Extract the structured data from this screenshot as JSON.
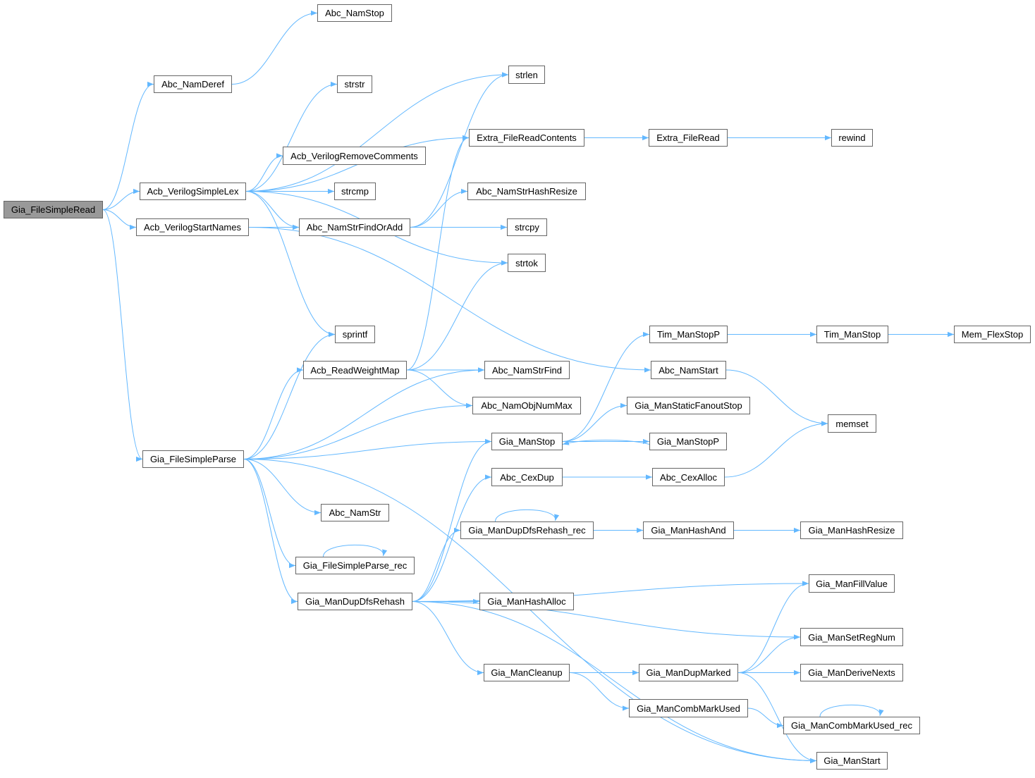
{
  "graph": {
    "type": "call-graph",
    "edge_color": "#63b8ff",
    "root": "Gia_FileSimpleRead",
    "nodes": [
      {
        "id": "Gia_FileSimpleRead",
        "label": "Gia_FileSimpleRead"
      },
      {
        "id": "Abc_NamStop",
        "label": "Abc_NamStop"
      },
      {
        "id": "Abc_NamDeref",
        "label": "Abc_NamDeref"
      },
      {
        "id": "strlen",
        "label": "strlen"
      },
      {
        "id": "strstr",
        "label": "strstr"
      },
      {
        "id": "Extra_FileReadContents",
        "label": "Extra_FileReadContents"
      },
      {
        "id": "Extra_FileRead",
        "label": "Extra_FileRead"
      },
      {
        "id": "rewind",
        "label": "rewind"
      },
      {
        "id": "Acb_VerilogRemoveComments",
        "label": "Acb_VerilogRemoveComments"
      },
      {
        "id": "Acb_VerilogSimpleLex",
        "label": "Acb_VerilogSimpleLex"
      },
      {
        "id": "strcmp",
        "label": "strcmp"
      },
      {
        "id": "Abc_NamStrHashResize",
        "label": "Abc_NamStrHashResize"
      },
      {
        "id": "Acb_VerilogStartNames",
        "label": "Acb_VerilogStartNames"
      },
      {
        "id": "Abc_NamStrFindOrAdd",
        "label": "Abc_NamStrFindOrAdd"
      },
      {
        "id": "strcpy",
        "label": "strcpy"
      },
      {
        "id": "strtok",
        "label": "strtok"
      },
      {
        "id": "sprintf",
        "label": "sprintf"
      },
      {
        "id": "Tim_ManStopP",
        "label": "Tim_ManStopP"
      },
      {
        "id": "Tim_ManStop",
        "label": "Tim_ManStop"
      },
      {
        "id": "Mem_FlexStop",
        "label": "Mem_FlexStop"
      },
      {
        "id": "Acb_ReadWeightMap",
        "label": "Acb_ReadWeightMap"
      },
      {
        "id": "Abc_NamStrFind",
        "label": "Abc_NamStrFind"
      },
      {
        "id": "Abc_NamStart",
        "label": "Abc_NamStart"
      },
      {
        "id": "Abc_NamObjNumMax",
        "label": "Abc_NamObjNumMax"
      },
      {
        "id": "Gia_ManStaticFanoutStop",
        "label": "Gia_ManStaticFanoutStop"
      },
      {
        "id": "memset",
        "label": "memset"
      },
      {
        "id": "Gia_ManStop",
        "label": "Gia_ManStop"
      },
      {
        "id": "Gia_ManStopP",
        "label": "Gia_ManStopP"
      },
      {
        "id": "Gia_FileSimpleParse",
        "label": "Gia_FileSimpleParse"
      },
      {
        "id": "Abc_CexDup",
        "label": "Abc_CexDup"
      },
      {
        "id": "Abc_CexAlloc",
        "label": "Abc_CexAlloc"
      },
      {
        "id": "Abc_NamStr",
        "label": "Abc_NamStr"
      },
      {
        "id": "Gia_ManDupDfsRehash_rec",
        "label": "Gia_ManDupDfsRehash_rec"
      },
      {
        "id": "Gia_ManHashAnd",
        "label": "Gia_ManHashAnd"
      },
      {
        "id": "Gia_ManHashResize",
        "label": "Gia_ManHashResize"
      },
      {
        "id": "Gia_FileSimpleParse_rec",
        "label": "Gia_FileSimpleParse_rec"
      },
      {
        "id": "Gia_ManFillValue",
        "label": "Gia_ManFillValue"
      },
      {
        "id": "Gia_ManDupDfsRehash",
        "label": "Gia_ManDupDfsRehash"
      },
      {
        "id": "Gia_ManHashAlloc",
        "label": "Gia_ManHashAlloc"
      },
      {
        "id": "Gia_ManSetRegNum",
        "label": "Gia_ManSetRegNum"
      },
      {
        "id": "Gia_ManCleanup",
        "label": "Gia_ManCleanup"
      },
      {
        "id": "Gia_ManDupMarked",
        "label": "Gia_ManDupMarked"
      },
      {
        "id": "Gia_ManDeriveNexts",
        "label": "Gia_ManDeriveNexts"
      },
      {
        "id": "Gia_ManCombMarkUsed",
        "label": "Gia_ManCombMarkUsed"
      },
      {
        "id": "Gia_ManCombMarkUsed_rec",
        "label": "Gia_ManCombMarkUsed_rec"
      },
      {
        "id": "Gia_ManStart",
        "label": "Gia_ManStart"
      }
    ],
    "edges": [
      [
        "Gia_FileSimpleRead",
        "Abc_NamDeref"
      ],
      [
        "Gia_FileSimpleRead",
        "Acb_VerilogSimpleLex"
      ],
      [
        "Gia_FileSimpleRead",
        "Acb_VerilogStartNames"
      ],
      [
        "Gia_FileSimpleRead",
        "Gia_FileSimpleParse"
      ],
      [
        "Abc_NamDeref",
        "Abc_NamStop"
      ],
      [
        "Acb_VerilogSimpleLex",
        "strlen"
      ],
      [
        "Acb_VerilogSimpleLex",
        "strstr"
      ],
      [
        "Acb_VerilogSimpleLex",
        "Extra_FileReadContents"
      ],
      [
        "Acb_VerilogSimpleLex",
        "Acb_VerilogRemoveComments"
      ],
      [
        "Acb_VerilogSimpleLex",
        "strcmp"
      ],
      [
        "Acb_VerilogSimpleLex",
        "Abc_NamStrFindOrAdd"
      ],
      [
        "Acb_VerilogSimpleLex",
        "strtok"
      ],
      [
        "Acb_VerilogSimpleLex",
        "sprintf"
      ],
      [
        "Acb_VerilogStartNames",
        "Abc_NamStrFindOrAdd"
      ],
      [
        "Acb_VerilogStartNames",
        "Abc_NamStart"
      ],
      [
        "Abc_NamStrFindOrAdd",
        "strlen"
      ],
      [
        "Abc_NamStrFindOrAdd",
        "Abc_NamStrHashResize"
      ],
      [
        "Abc_NamStrFindOrAdd",
        "strcpy"
      ],
      [
        "Extra_FileReadContents",
        "Extra_FileRead"
      ],
      [
        "Extra_FileRead",
        "rewind"
      ],
      [
        "Acb_ReadWeightMap",
        "Extra_FileReadContents"
      ],
      [
        "Acb_ReadWeightMap",
        "strtok"
      ],
      [
        "Acb_ReadWeightMap",
        "Abc_NamStrFind"
      ],
      [
        "Acb_ReadWeightMap",
        "Abc_NamObjNumMax"
      ],
      [
        "Gia_FileSimpleParse",
        "sprintf"
      ],
      [
        "Gia_FileSimpleParse",
        "Acb_ReadWeightMap"
      ],
      [
        "Gia_FileSimpleParse",
        "Abc_NamStrFind"
      ],
      [
        "Gia_FileSimpleParse",
        "Abc_NamObjNumMax"
      ],
      [
        "Gia_FileSimpleParse",
        "Gia_ManStop"
      ],
      [
        "Gia_FileSimpleParse",
        "Abc_NamStr"
      ],
      [
        "Gia_FileSimpleParse",
        "Gia_FileSimpleParse_rec"
      ],
      [
        "Gia_FileSimpleParse",
        "Gia_ManDupDfsRehash"
      ],
      [
        "Gia_FileSimpleParse",
        "Gia_ManStart"
      ],
      [
        "Gia_FileSimpleParse_rec",
        "Gia_FileSimpleParse_rec"
      ],
      [
        "Gia_ManStop",
        "Tim_ManStopP"
      ],
      [
        "Gia_ManStop",
        "Gia_ManStaticFanoutStop"
      ],
      [
        "Gia_ManStop",
        "Gia_ManStopP"
      ],
      [
        "Gia_ManStopP",
        "Gia_ManStop"
      ],
      [
        "Tim_ManStopP",
        "Tim_ManStop"
      ],
      [
        "Tim_ManStop",
        "Mem_FlexStop"
      ],
      [
        "Abc_NamStart",
        "memset"
      ],
      [
        "Abc_CexDup",
        "Abc_CexAlloc"
      ],
      [
        "Abc_CexAlloc",
        "memset"
      ],
      [
        "Gia_ManDupDfsRehash",
        "Gia_ManStop"
      ],
      [
        "Gia_ManDupDfsRehash",
        "Abc_CexDup"
      ],
      [
        "Gia_ManDupDfsRehash",
        "Gia_ManDupDfsRehash_rec"
      ],
      [
        "Gia_ManDupDfsRehash",
        "Gia_ManFillValue"
      ],
      [
        "Gia_ManDupDfsRehash",
        "Gia_ManHashAlloc"
      ],
      [
        "Gia_ManDupDfsRehash",
        "Gia_ManSetRegNum"
      ],
      [
        "Gia_ManDupDfsRehash",
        "Gia_ManCleanup"
      ],
      [
        "Gia_ManDupDfsRehash",
        "Gia_ManStart"
      ],
      [
        "Gia_ManDupDfsRehash_rec",
        "Gia_ManDupDfsRehash_rec"
      ],
      [
        "Gia_ManDupDfsRehash_rec",
        "Gia_ManHashAnd"
      ],
      [
        "Gia_ManHashAnd",
        "Gia_ManHashResize"
      ],
      [
        "Gia_ManCleanup",
        "Gia_ManDupMarked"
      ],
      [
        "Gia_ManCleanup",
        "Gia_ManCombMarkUsed"
      ],
      [
        "Gia_ManDupMarked",
        "Gia_ManFillValue"
      ],
      [
        "Gia_ManDupMarked",
        "Gia_ManSetRegNum"
      ],
      [
        "Gia_ManDupMarked",
        "Gia_ManDeriveNexts"
      ],
      [
        "Gia_ManDupMarked",
        "Gia_ManStart"
      ],
      [
        "Gia_ManCombMarkUsed",
        "Gia_ManCombMarkUsed_rec"
      ],
      [
        "Gia_ManCombMarkUsed_rec",
        "Gia_ManCombMarkUsed_rec"
      ]
    ]
  }
}
